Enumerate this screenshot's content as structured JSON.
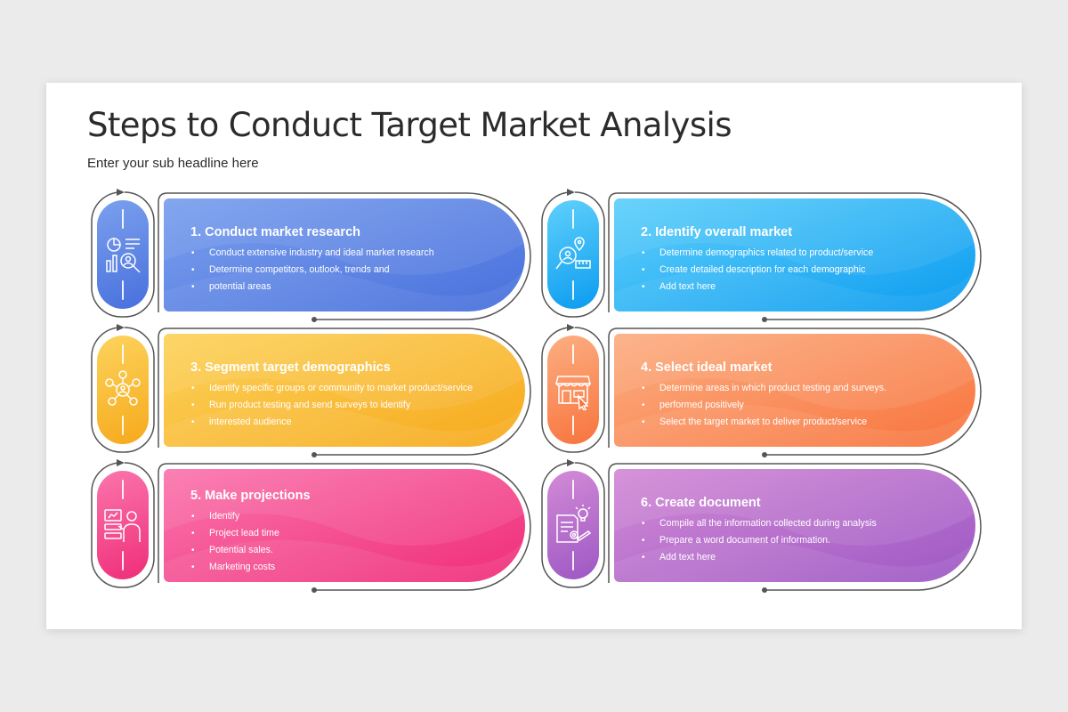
{
  "slide": {
    "title": "Steps to Conduct Target Market Analysis",
    "subtitle": "Enter your sub headline here"
  },
  "steps": [
    {
      "title": "1. Conduct market research",
      "bullets": [
        "Conduct extensive industry and ideal market research",
        "Determine competitors, outlook, trends and",
        "potential areas"
      ],
      "icon": "market-research-chart-icon",
      "color_from": "#7ba0ee",
      "color_to": "#4870dc"
    },
    {
      "title": "2. Identify overall market",
      "bullets": [
        "Determine demographics related to product/service",
        "Create detailed description for each demographic",
        "Add text here"
      ],
      "icon": "market-search-location-icon",
      "color_from": "#5fd0fb",
      "color_to": "#0c9cf0"
    },
    {
      "title": "3. Segment target demographics",
      "bullets": [
        "Identify specific groups or community to market product/service",
        "Run product testing and send surveys to identify",
        "interested audience"
      ],
      "icon": "demographics-network-icon",
      "color_from": "#fcd35c",
      "color_to": "#f7a91c"
    },
    {
      "title": "4. Select ideal market",
      "bullets": [
        "Determine areas in which product testing and surveys.",
        "performed positively",
        "Select the target market to deliver product/service"
      ],
      "icon": "storefront-select-icon",
      "color_from": "#fcae82",
      "color_to": "#f8743d"
    },
    {
      "title": "5. Make projections",
      "bullets": [
        "Identify",
        "Project lead time",
        "Potential sales.",
        "Marketing costs"
      ],
      "icon": "presentation-projection-icon",
      "color_from": "#fb75ad",
      "color_to": "#ef2d79"
    },
    {
      "title": "6. Create document",
      "bullets": [
        "Compile all the information collected during analysis",
        "Prepare a word document of information.",
        "Add text here"
      ],
      "icon": "document-idea-icon",
      "color_from": "#d38ad6",
      "color_to": "#9d58c4"
    }
  ]
}
